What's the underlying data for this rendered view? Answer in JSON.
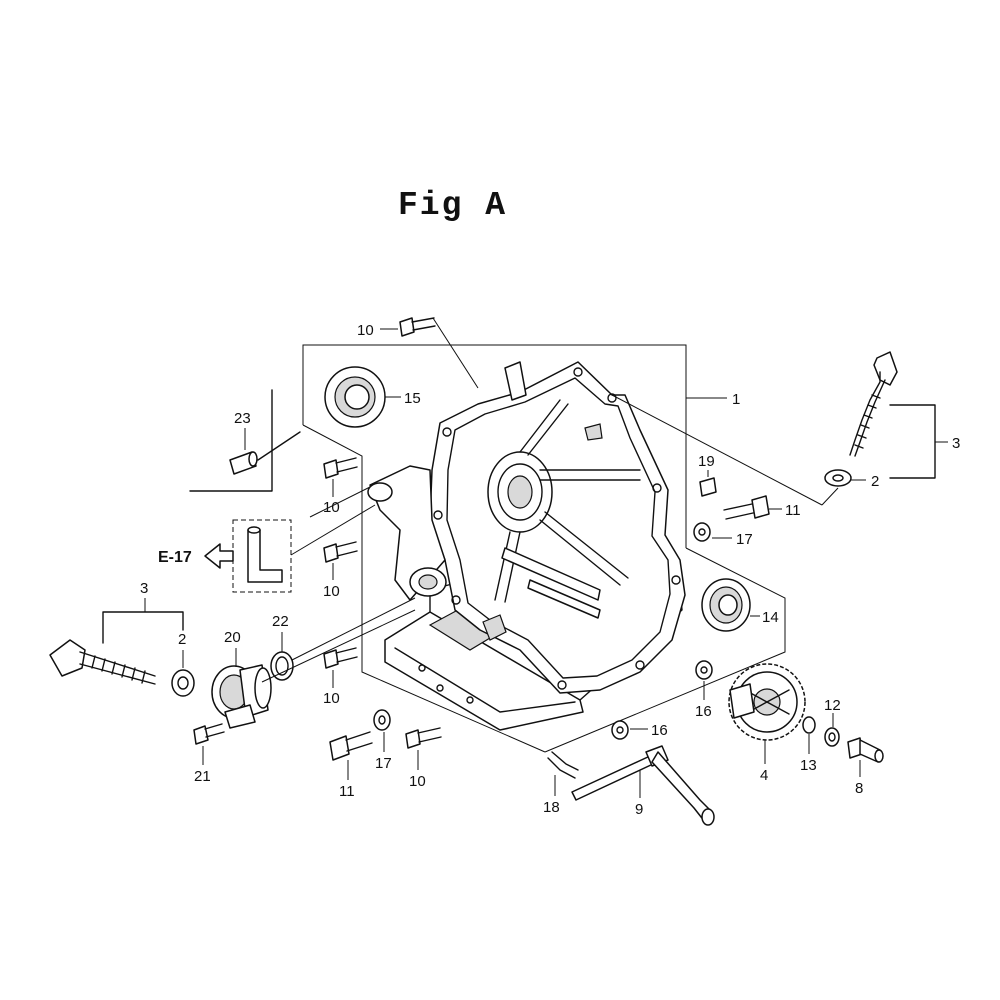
{
  "title": "Fig A",
  "reference": {
    "label": "E-17"
  },
  "callouts": [
    {
      "key": "c1",
      "text": "1"
    },
    {
      "key": "c2a",
      "text": "2"
    },
    {
      "key": "c2b",
      "text": "2"
    },
    {
      "key": "c3a",
      "text": "3"
    },
    {
      "key": "c3b",
      "text": "3"
    },
    {
      "key": "c4",
      "text": "4"
    },
    {
      "key": "c8",
      "text": "8"
    },
    {
      "key": "c9",
      "text": "9"
    },
    {
      "key": "c10a",
      "text": "10"
    },
    {
      "key": "c10b",
      "text": "10"
    },
    {
      "key": "c10c",
      "text": "10"
    },
    {
      "key": "c10d",
      "text": "10"
    },
    {
      "key": "c10e",
      "text": "10"
    },
    {
      "key": "c11a",
      "text": "11"
    },
    {
      "key": "c11b",
      "text": "11"
    },
    {
      "key": "c12",
      "text": "12"
    },
    {
      "key": "c13",
      "text": "13"
    },
    {
      "key": "c14",
      "text": "14"
    },
    {
      "key": "c15",
      "text": "15"
    },
    {
      "key": "c16a",
      "text": "16"
    },
    {
      "key": "c16b",
      "text": "16"
    },
    {
      "key": "c17a",
      "text": "17"
    },
    {
      "key": "c17b",
      "text": "17"
    },
    {
      "key": "c18",
      "text": "18"
    },
    {
      "key": "c19",
      "text": "19"
    },
    {
      "key": "c20",
      "text": "20"
    },
    {
      "key": "c21",
      "text": "21"
    },
    {
      "key": "c22",
      "text": "22"
    },
    {
      "key": "c23",
      "text": "23"
    }
  ]
}
